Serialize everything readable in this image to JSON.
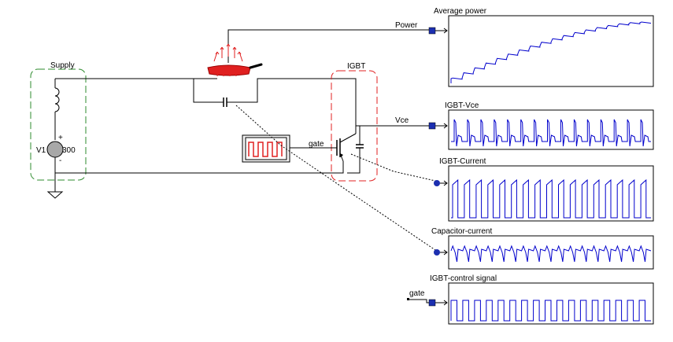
{
  "groups": {
    "supply": "Supply",
    "igbt": "IGBT"
  },
  "components": {
    "source_name": "V1",
    "source_value": "300",
    "source_plus": "+",
    "source_minus": "-",
    "gate_label": "gate"
  },
  "probes": {
    "power": "Power",
    "vce": "Vce",
    "gate_input": "gate"
  },
  "colors": {
    "trace": "#0000cc",
    "supply_group": "#2e8b2e",
    "igbt_group": "#e02020",
    "heater": "#e02020",
    "probe": "#1c2fb0"
  },
  "scopes": [
    {
      "title": "Average power"
    },
    {
      "title": "IGBT-Vce"
    },
    {
      "title": "IGBT-Current"
    },
    {
      "title": "Capacitor-current"
    },
    {
      "title": "IGBT-control signal"
    }
  ],
  "chart_data": [
    {
      "type": "line",
      "title": "Average power",
      "waveform": "rising-staircase",
      "cycles": 18
    },
    {
      "type": "line",
      "title": "IGBT-Vce",
      "waveform": "pulse-spikes",
      "cycles": 15
    },
    {
      "type": "line",
      "title": "IGBT-Current",
      "waveform": "sawtooth",
      "cycles": 17
    },
    {
      "type": "line",
      "title": "Capacitor-current",
      "waveform": "ringing",
      "cycles": 17
    },
    {
      "type": "line",
      "title": "IGBT-control signal",
      "waveform": "square",
      "cycles": 17
    }
  ]
}
